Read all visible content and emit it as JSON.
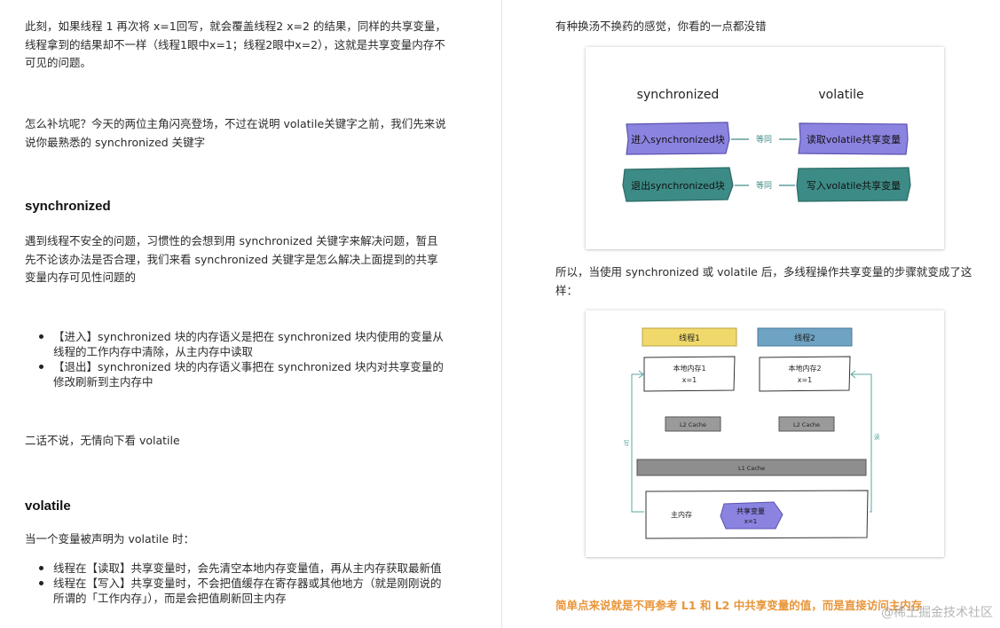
{
  "left": {
    "p1": "此刻，如果线程 1 再次将 x=1回写，就会覆盖线程2 x=2 的结果，同样的共享变量，线程拿到的结果却不一样（线程1眼中x=1；线程2眼中x=2），这就是共享变量内存不可见的问题。",
    "p2": "怎么补坑呢？今天的两位主角闪亮登场，不过在说明 volatile关键字之前，我们先来说说你最熟悉的 synchronized 关键字",
    "h_sync": "synchronized",
    "p3": "遇到线程不安全的问题，习惯性的会想到用 synchronized 关键字来解决问题，暂且先不论该办法是否合理，我们来看 synchronized 关键字是怎么解决上面提到的共享变量内存可见性问题的",
    "sync_bullets": [
      "【进入】synchronized 块的内存语义是把在 synchronized 块内使用的变量从线程的工作内存中清除，从主内存中读取",
      "【退出】synchronized 块的内存语义事把在 synchronized 块内对共享变量的修改刷新到主内存中"
    ],
    "p4": "二话不说，无情向下看 volatile",
    "h_vol": "volatile",
    "p5": "当一个变量被声明为 volatile 时：",
    "vol_bullets": [
      "线程在【读取】共享变量时，会先清空本地内存变量值，再从主内存获取最新值",
      "线程在【写入】共享变量时，不会把值缓存在寄存器或其他地方（就是刚刚说的所谓的「工作内存」），而是会把值刷新回主内存"
    ]
  },
  "right": {
    "p1": "有种换汤不换药的感觉，你看的一点都没错",
    "fig1": {
      "col_left": "synchronized",
      "col_right": "volatile",
      "enter_block": "进入synchronized块",
      "read_volatile": "读取volatile共享变量",
      "exit_block": "退出synchronized块",
      "write_volatile": "写入volatile共享变量",
      "equals_label": "等同",
      "purple": "#8b83e0",
      "teal": "#3d8b86"
    },
    "p2": "所以，当使用 synchronized 或 volatile 后，多线程操作共享变量的步骤就变成了这样：",
    "fig2": {
      "thread1": "线程1",
      "thread2": "线程2",
      "local1": "本地内存1",
      "local2": "本地内存2",
      "x_val": "x=1",
      "l1": "L1 Cache",
      "l2": "L2 Cache",
      "main": "主内存",
      "shared": "共享变量",
      "shared_val": "x=1",
      "write_label": "写",
      "read_label": "读",
      "yellow": "#f0d96a",
      "blue": "#6fa3c4"
    },
    "note": "简单点来说就是不再参考 L1 和 L2 中共享变量的值，而是直接访问主内存",
    "watermark": "@稀土掘金技术社区"
  }
}
